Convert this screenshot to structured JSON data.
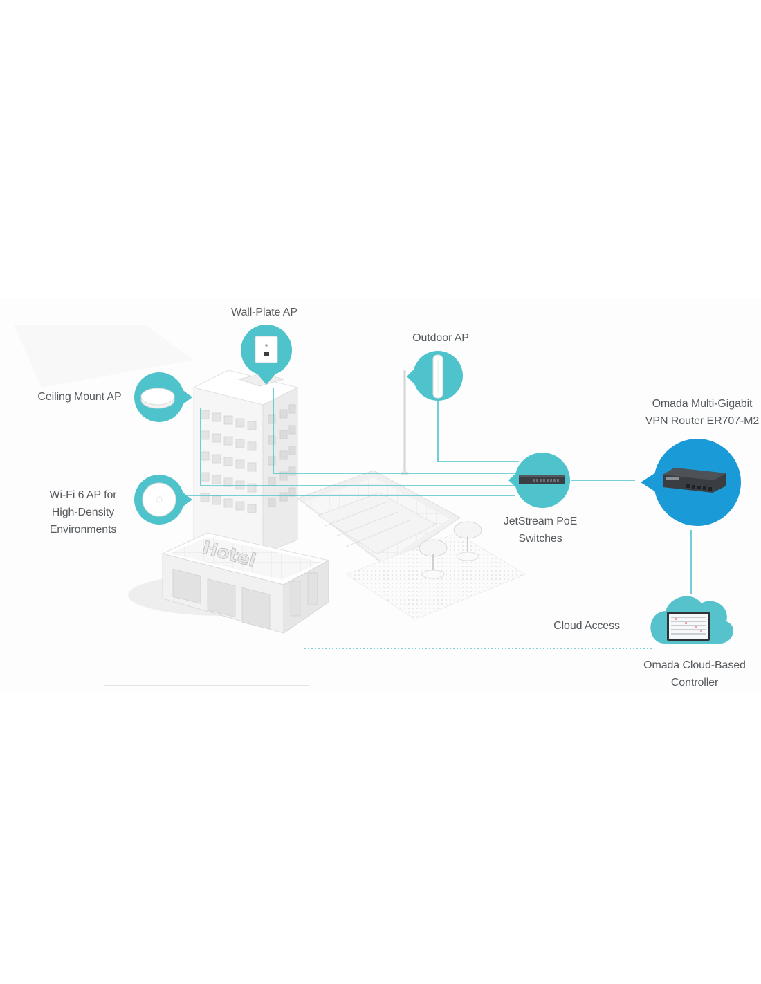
{
  "colors": {
    "accent_teal": "#4ec3cc",
    "router_blue": "#1a9ad6",
    "cloud_teal": "#55c2cc",
    "label_gray": "#555a5e"
  },
  "labels": {
    "wall_plate_ap": "Wall-Plate AP",
    "outdoor_ap": "Outdoor AP",
    "ceiling_mount_ap": "Ceiling Mount AP",
    "wifi6_ap": [
      "Wi-Fi 6 AP for",
      "High-Density",
      "Environments"
    ],
    "router": [
      "Omada Multi-Gigabit",
      "VPN Router ER707-M2"
    ],
    "switch": [
      "JetStream PoE",
      "Switches"
    ],
    "cloud_access": "Cloud Access",
    "controller": [
      "Omada Cloud-Based",
      "Controller"
    ]
  },
  "building_sign": "Hotel",
  "icons": {
    "wall_plate_ap": "wall-plate-ap-icon",
    "outdoor_ap": "outdoor-ap-icon",
    "ceiling_mount_ap": "ceiling-ap-icon",
    "wifi6_ap": "wifi6-ap-icon",
    "router": "router-icon",
    "switch": "poe-switch-icon",
    "cloud": "cloud-controller-icon"
  }
}
